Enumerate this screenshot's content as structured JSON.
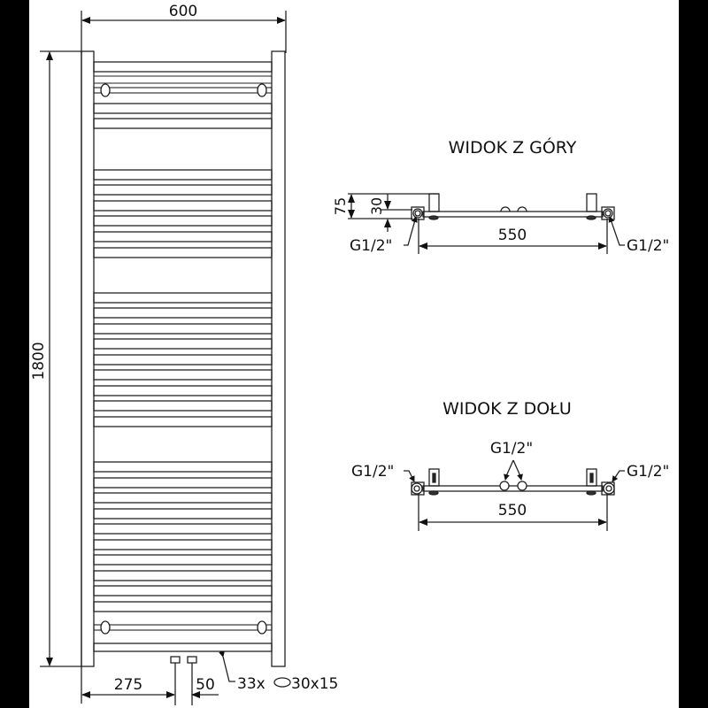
{
  "drawing": {
    "front_view": {
      "width_dim": "600",
      "height_dim": "1800",
      "inlet_offset_dim": "275",
      "inlet_spacing_dim": "50",
      "tube_spec": "33x",
      "tube_size": "30x15"
    },
    "top_view": {
      "title": "WIDOK Z GÓRY",
      "depth_dim": "75",
      "offset_dim": "30",
      "connection_left": "G1/2\"",
      "connection_right": "G1/2\"",
      "span_dim": "550"
    },
    "bottom_view": {
      "title": "WIDOK Z DOŁU",
      "connection_left": "G1/2\"",
      "connection_center": "G1/2\"",
      "connection_right": "G1/2\"",
      "span_dim": "550"
    },
    "colors": {
      "line": "#1a1a1a",
      "background": "#ffffff",
      "frame": "#000000"
    }
  }
}
